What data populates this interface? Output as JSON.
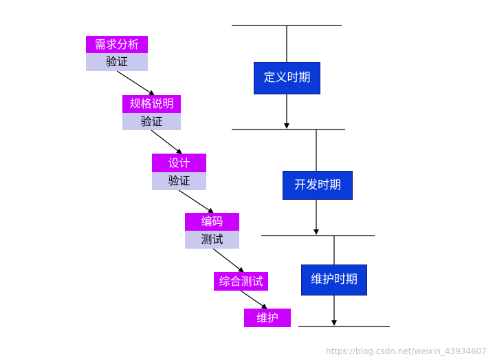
{
  "colors": {
    "stage_top": "#cc00ff",
    "stage_bottom": "#c8c8f0",
    "period_box": "#0a3ad8",
    "line": "#000000"
  },
  "stages": [
    {
      "name": "需求分析",
      "sub": "验证"
    },
    {
      "name": "规格说明",
      "sub": "验证"
    },
    {
      "name": "设计",
      "sub": "验证"
    },
    {
      "name": "编码",
      "sub": "测试"
    },
    {
      "name": "综合测试"
    },
    {
      "name": "维护"
    }
  ],
  "periods": [
    "定义时期",
    "开发时期",
    "维护时期"
  ],
  "watermark": "https://blog.csdn.net/weixin_43934607"
}
